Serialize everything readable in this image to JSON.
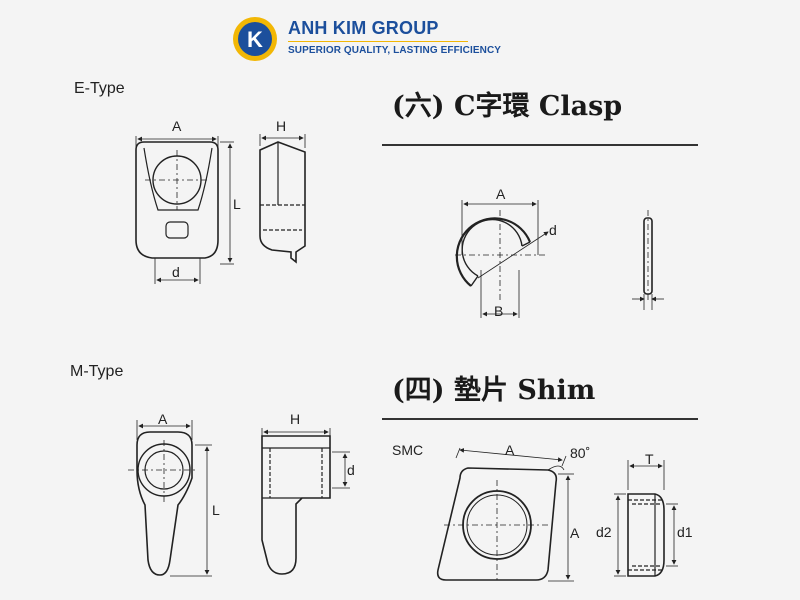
{
  "brand": {
    "name": "ANH KIM GROUP",
    "tagline": "SUPERIOR QUALITY, LASTING EFFICIENCY",
    "logo_letter": "K",
    "colors": {
      "primary": "#1c4f9c",
      "accent": "#f2b705"
    }
  },
  "e_type": {
    "label": "E-Type",
    "dims": {
      "A": "A",
      "H": "H",
      "L": "L",
      "d": "d"
    }
  },
  "m_type": {
    "label": "M-Type",
    "dims": {
      "A": "A",
      "H": "H",
      "L": "L",
      "d": "d"
    }
  },
  "clasp": {
    "title": "(六) C字環 Clasp",
    "dims": {
      "A": "A",
      "B": "B",
      "d": "d"
    }
  },
  "shim": {
    "title": "(四) 墊片 Shim",
    "model": "SMC",
    "dims": {
      "A_top": "A",
      "A_side": "A",
      "angle": "80˚",
      "T": "T",
      "d1": "d1",
      "d2": "d2"
    }
  }
}
